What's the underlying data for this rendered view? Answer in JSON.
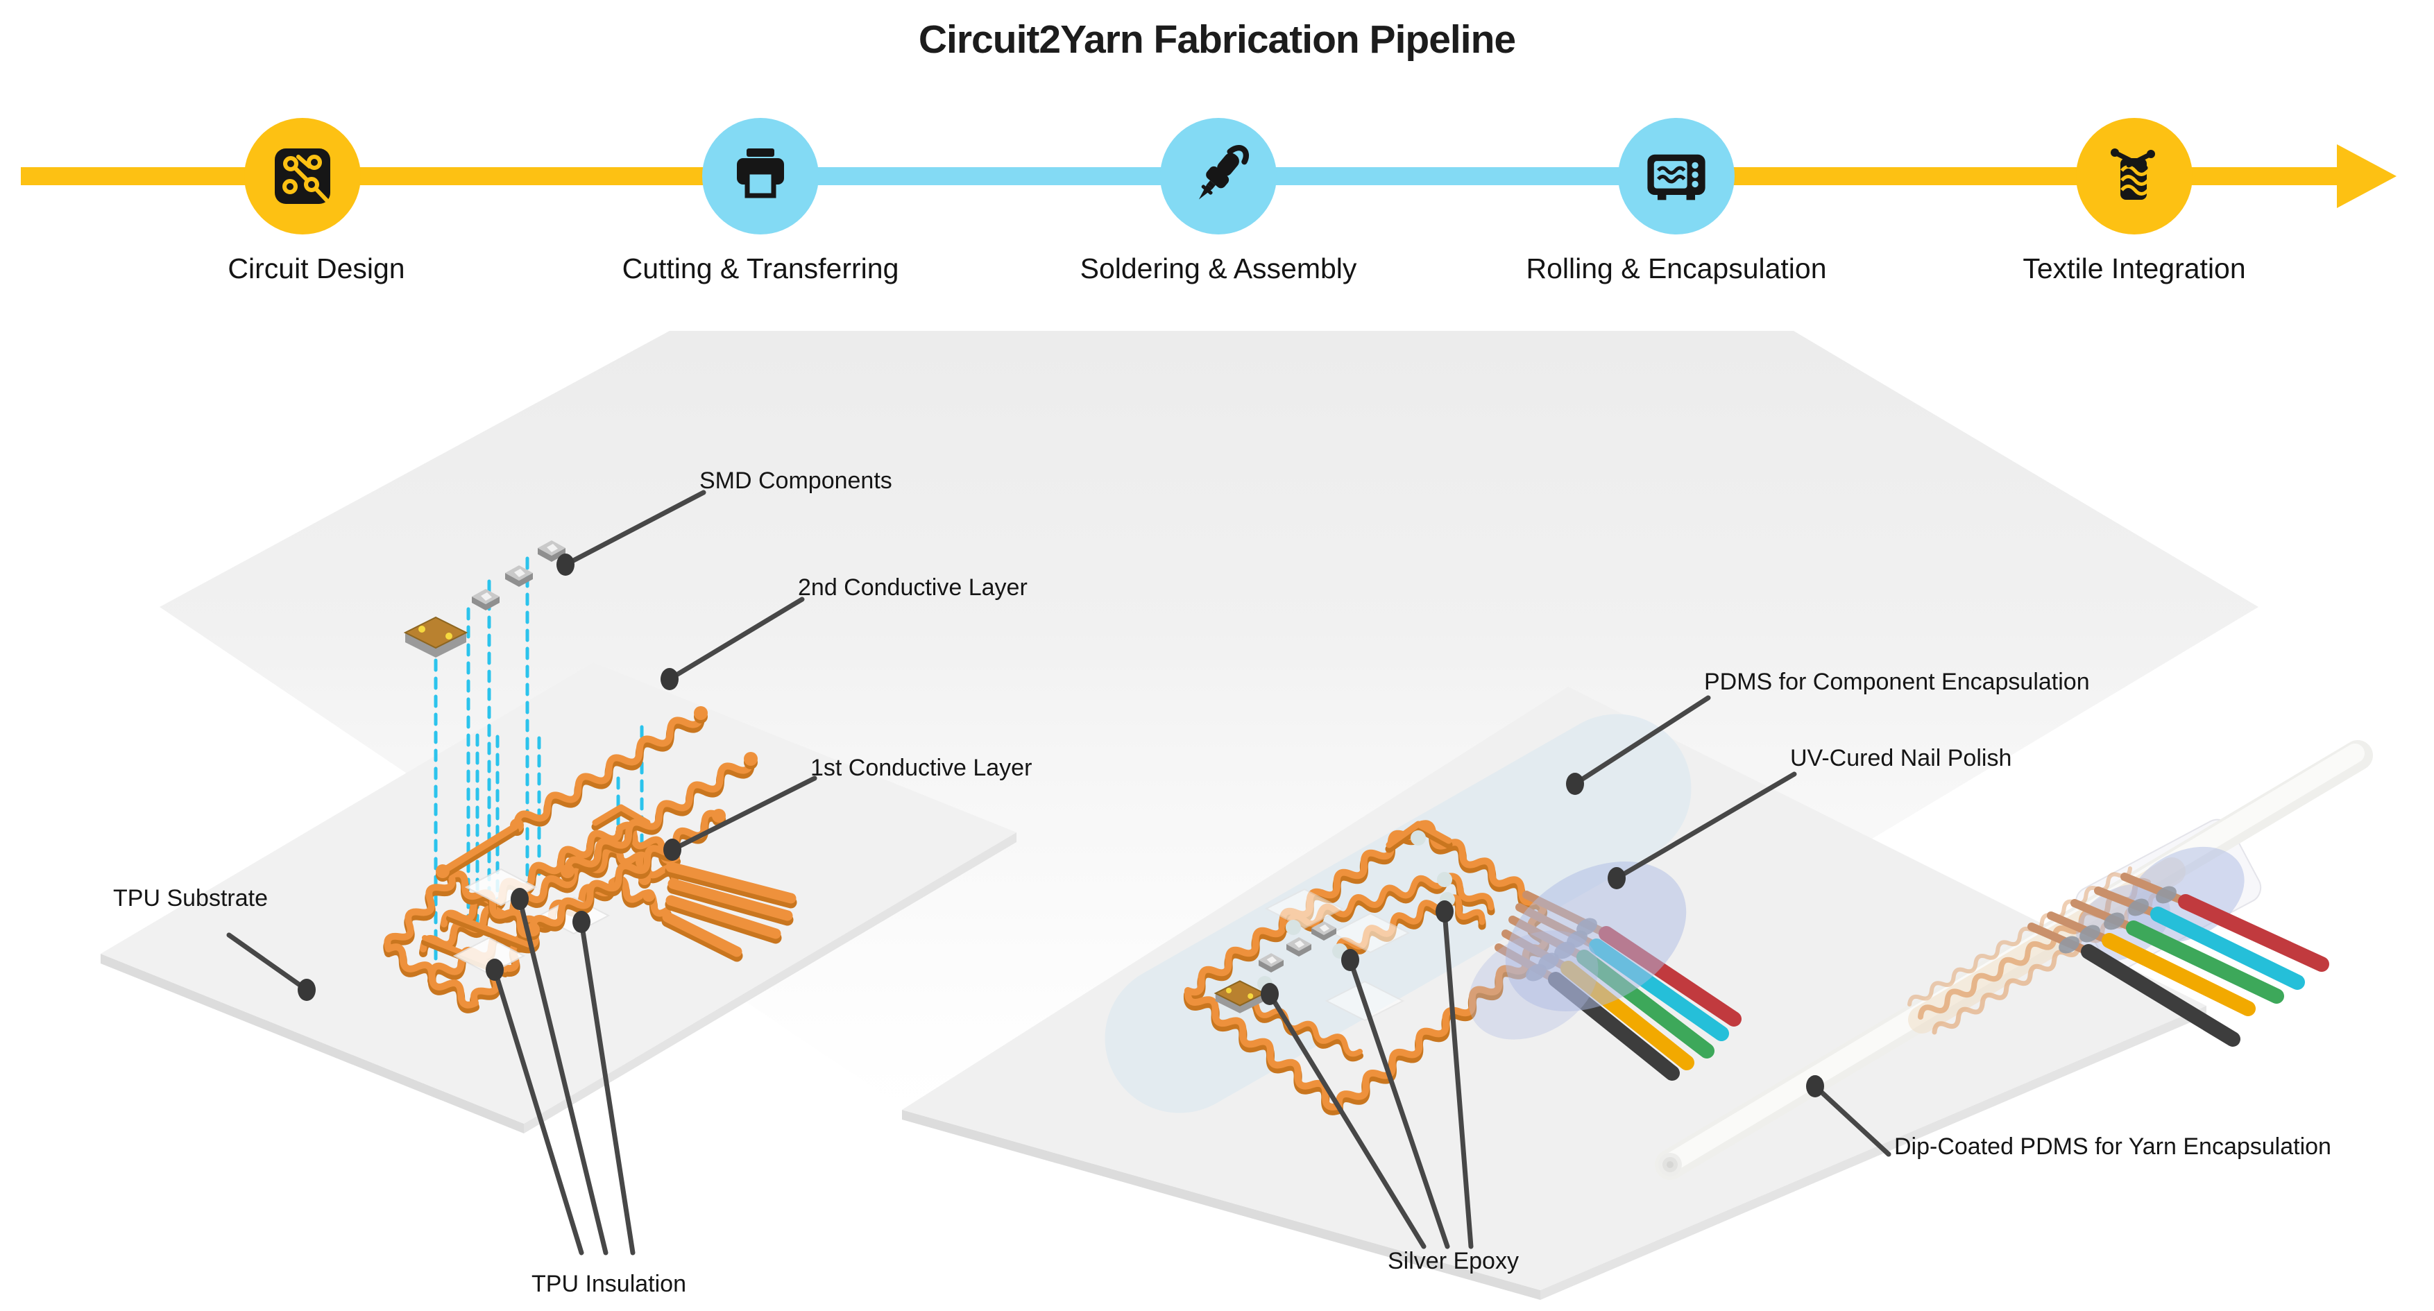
{
  "title": "Circuit2Yarn Fabrication Pipeline",
  "pipeline": {
    "steps": [
      {
        "label": "Circuit Design",
        "icon": "circuit-board-icon",
        "color": "#FDC113"
      },
      {
        "label": "Cutting & Transferring",
        "icon": "printer-icon",
        "color": "#83DAF4"
      },
      {
        "label": "Soldering & Assembly",
        "icon": "soldering-iron-icon",
        "color": "#83DAF4"
      },
      {
        "label": "Rolling & Encapsulation",
        "icon": "oven-icon",
        "color": "#83DAF4"
      },
      {
        "label": "Textile Integration",
        "icon": "knitting-icon",
        "color": "#FDC113"
      }
    ],
    "arrow_color": "#FDC113"
  },
  "annotations": {
    "smd": "SMD Components",
    "second_layer": "2nd Conductive Layer",
    "first_layer": "1st Conductive Layer",
    "tpu_substrate": "TPU Substrate",
    "tpu_insulation": "TPU Insulation",
    "pdms": "PDMS for Component Encapsulation",
    "uv": "UV-Cured Nail Polish",
    "silver_epoxy": "Silver Epoxy",
    "dip": "Dip-Coated PDMS for Yarn Encapsulation"
  },
  "palette": {
    "timeline_yellow": "#FDC113",
    "timeline_blue": "#83DAF4",
    "icon_black": "#161616",
    "trace_orange": "#EE913C",
    "trace_orange_dark": "#C9761F",
    "substrate_gray": "#F1F1F1",
    "plane_gray": "#ECECEC",
    "dashed_cyan": "#2BC3EC",
    "leader_gray": "#474747",
    "pdms_blue": "#E3EBF1",
    "nail_polish_lavender": "#AEBBE3",
    "wire_stub_tan": "#C9906B",
    "wire_red": "#C13A3E",
    "wire_cyan": "#25BFD9",
    "wire_green": "#3DA85A",
    "wire_yellow": "#F2A900",
    "wire_black": "#3D3D3D",
    "yarn_white": "#F2F2F0"
  }
}
